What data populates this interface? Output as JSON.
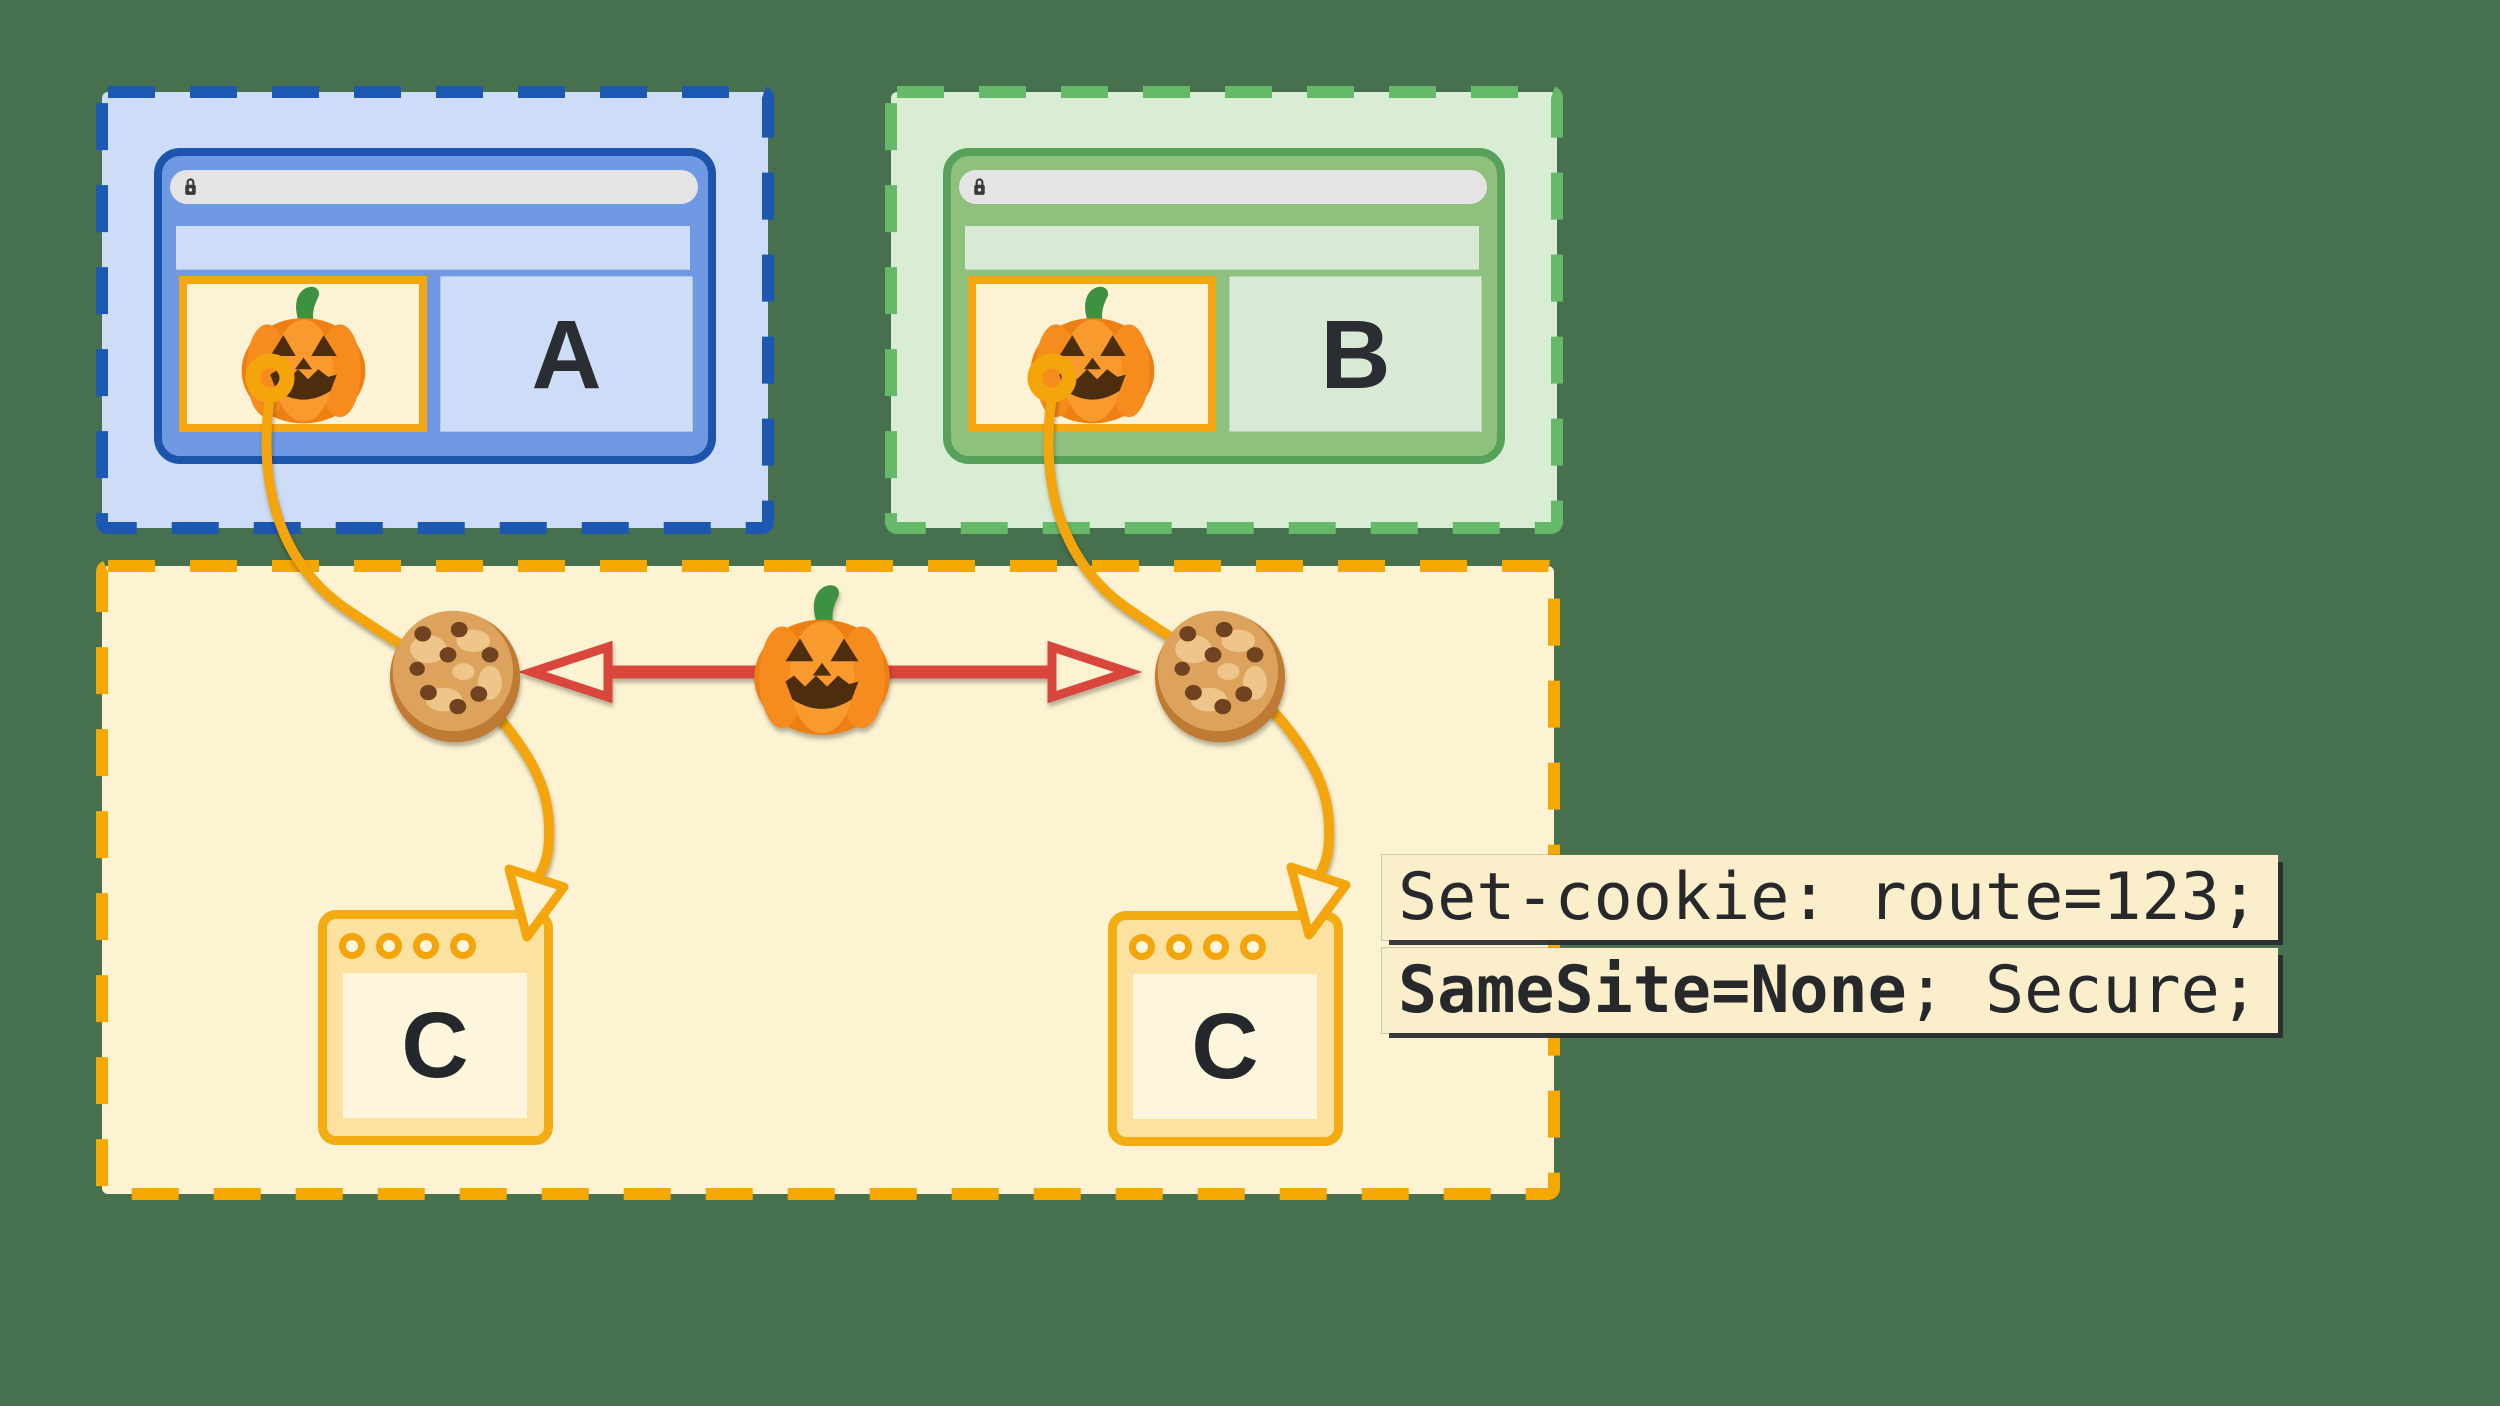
{
  "colors": {
    "background": "#47704e",
    "site_a_accent": "#1d55ad",
    "site_a_fill": "#cddcf7",
    "site_a_frame": "#6f9ae3",
    "site_b_accent": "#57a15a",
    "site_b_fill": "#d9ecd4",
    "site_b_frame": "#8fc17e",
    "embed_border": "#f5a713",
    "embed_fill": "#fdf3d4",
    "third_party_accent": "#f5a800",
    "third_party_fill": "#fdf3d2",
    "connector": "#f3a50b",
    "red_arrow": "#d8463c",
    "url_bar": "#e4e4e4",
    "code_bg": "#fbeecb",
    "code_text": "#26282b"
  },
  "site_a": {
    "label": "A"
  },
  "site_b": {
    "label": "B"
  },
  "third_party": {
    "left_window_label": "C",
    "right_window_label": "C"
  },
  "annotation": {
    "line1": "Set-cookie: route=123;",
    "line2_bold": "SameSite=None",
    "line2_rest": "; Secure;"
  },
  "icons": {
    "lock": "lock-icon",
    "pumpkin": "jack-o-lantern-icon",
    "cookie": "cookie-icon",
    "ring": "anchor-ring-icon",
    "red_arrow": "cross-site-arrow-icon",
    "flow_arrowhead": "flow-arrowhead-icon"
  }
}
